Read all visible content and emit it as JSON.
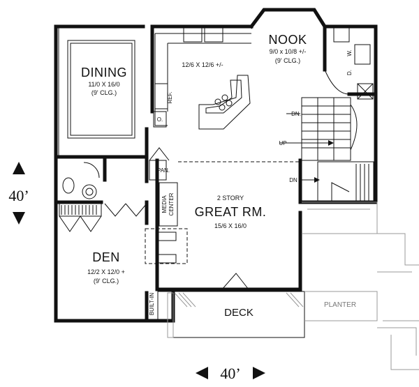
{
  "rooms": {
    "dining": {
      "name": "DINING",
      "size": "11/0 X 16/0",
      "ceiling": "(9' CLG.)"
    },
    "kitchen": {
      "size": "12/6 X 12/6 +/-"
    },
    "nook": {
      "name": "NOOK",
      "size": "9/0 x 10/8 +/-",
      "ceiling": "(9' CLG.)"
    },
    "great_room": {
      "note": "2 STORY",
      "name": "GREAT RM.",
      "size": "15/6 X 16/0"
    },
    "den": {
      "name": "DEN",
      "size": "12/2 X 12/0 +",
      "ceiling": "(9' CLG.)"
    },
    "deck": {
      "name": "DECK"
    },
    "planter": {
      "name": "PLANTER"
    }
  },
  "labels": {
    "refrigerator": "REF.",
    "oven": "O.",
    "pantry": "PAN.",
    "media_center_line1": "MEDIA",
    "media_center_line2": "CENTER",
    "built_in": "BUILT-IN",
    "dishwasher": "D.",
    "washer": "W.",
    "stair_down_upper": "DN.",
    "stair_up": "UP",
    "stair_down_lower": "DN"
  },
  "dimensions": {
    "depth": "40’",
    "width": "40’"
  }
}
